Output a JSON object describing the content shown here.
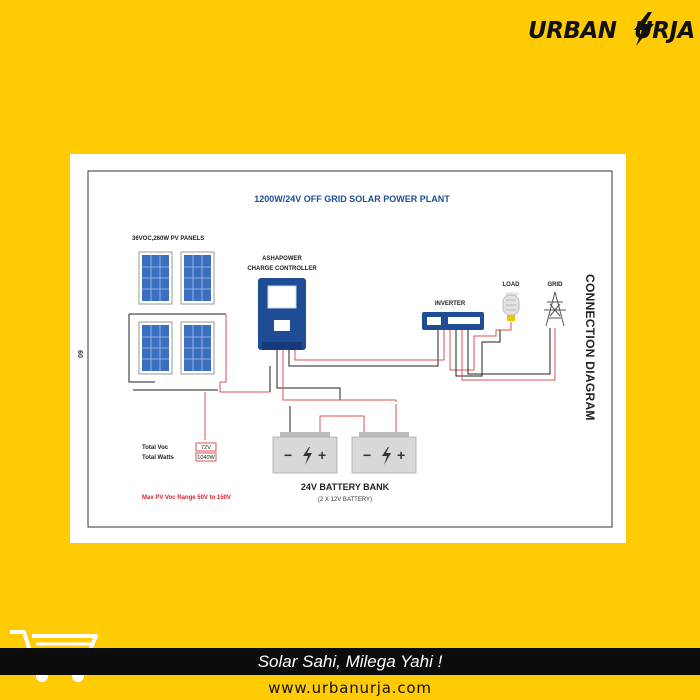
{
  "brand": {
    "part1": "URBAN",
    "part2": "URJA"
  },
  "diagram": {
    "title": "1200W/24V OFF GRID SOLAR POWER PLANT",
    "side_title": "CONNECTION DIAGRAM",
    "side_number": "60",
    "panels_label": "36VOC,260W PV PANELS",
    "controller_label_1": "ASHAPOWER",
    "controller_label_2": "CHARGE CONTROLLER",
    "inverter_label": "INVERTER",
    "load_label": "LOAD",
    "grid_label": "GRID",
    "total_voc_label": "Total Voc",
    "total_voc_value": "72V",
    "total_watts_label": "Total Watts",
    "total_watts_value": "1040W",
    "pv_range": "Max PV Voc Range 50V to 150V",
    "battery_bank_label": "24V BATTERY BANK",
    "battery_bank_sub": "(2 X 12V BATTERY)",
    "battery_minus": "−",
    "battery_plus": "+"
  },
  "footer": {
    "tagline": "Solar Sahi, Milega Yahi !",
    "website": "www.urbanurja.com"
  },
  "colors": {
    "background": "#FFCB05",
    "controller": "#1e4c95",
    "wire_red": "#d9534f",
    "wire_black": "#222222"
  }
}
